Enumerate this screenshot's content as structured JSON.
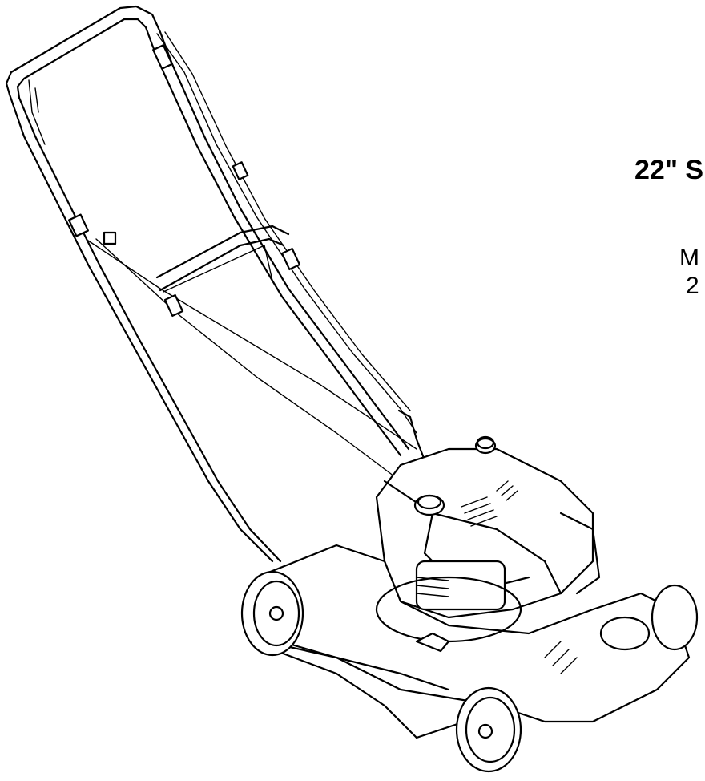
{
  "title_text": "22\" S",
  "model_text": "M",
  "code_text": "2"
}
